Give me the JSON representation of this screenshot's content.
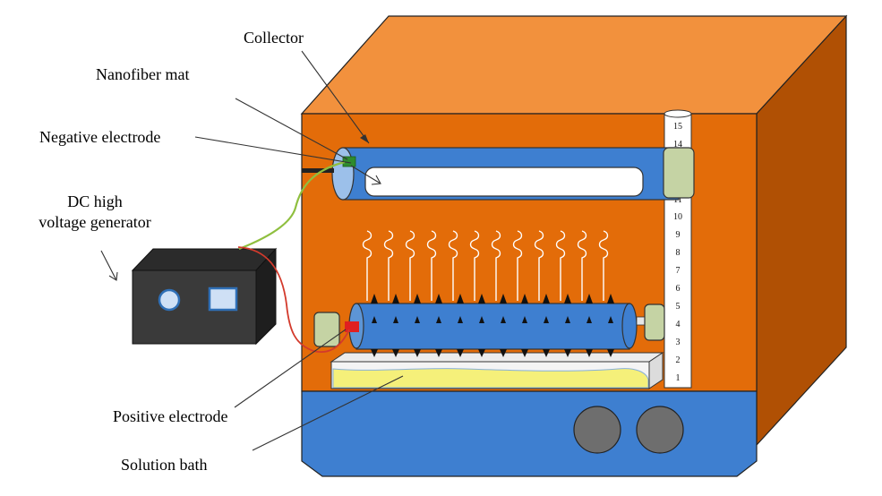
{
  "labels": {
    "collector": "Collector",
    "nanofiber_mat": "Nanofiber mat",
    "negative_electrode": "Negative electrode",
    "dc_generator_line1": "DC high",
    "dc_generator_line2": "voltage generator",
    "positive_electrode": "Positive electrode",
    "solution_bath": "Solution bath"
  },
  "ruler": {
    "top_labels": [
      "15",
      "14"
    ],
    "labels": [
      "10",
      "9",
      "8",
      "7",
      "6",
      "5",
      "4",
      "3",
      "2",
      "1"
    ],
    "partial_label": "11"
  },
  "colors": {
    "box_front": "#e36c09",
    "box_top": "#f2913d",
    "box_side": "#b05004",
    "base": "#3e7fd0",
    "cylinder": "#3e7fd0",
    "generator": "#3a3a3a",
    "solution": "#f5f07a",
    "holder": "#c5d3a4",
    "negative_electrode": "#2e8b2e",
    "positive_electrode": "#e02020"
  }
}
